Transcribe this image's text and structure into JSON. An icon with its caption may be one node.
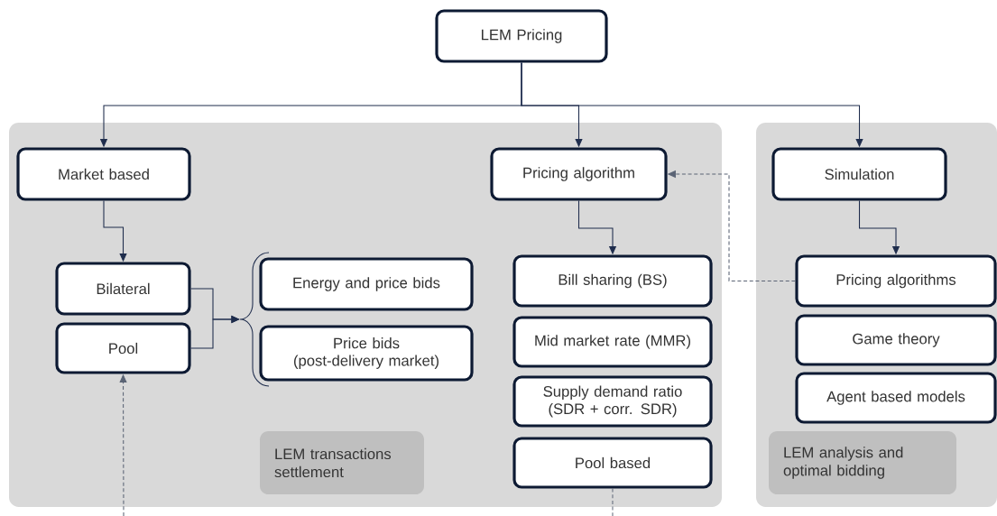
{
  "diagram": {
    "nodes": [
      {
        "text": [
          "LEM Pricing"
        ]
      },
      {
        "text": [],
        "shape": "box"
      },
      {
        "text": [
          "Market based"
        ],
        "in": 1
      },
      {
        "text": [
          "Pricing algorithm"
        ],
        "in": 1
      },
      {
        "text": [
          "Bilateral"
        ],
        "in": 1
      },
      {
        "text": [
          "Pool"
        ],
        "in": 1
      },
      {
        "text": [
          "Energy and price bids"
        ],
        "in": 1
      },
      {
        "text": [
          "Price bids (post-delivery market)"
        ],
        "in": 1
      },
      {
        "text": [
          "Bill sharing (BS)"
        ],
        "in": 1
      },
      {
        "text": [
          "Mid market rate (MMR)"
        ],
        "in": 1
      },
      {
        "text": [
          "Supply demand ratio (SDR + corr. SDR)"
        ],
        "in": 1
      },
      {
        "text": [
          "Pool based"
        ],
        "in": 1
      },
      {
        "text": [
          "LEM transactions settlement"
        ],
        "in": 1
      },
      {
        "text": [],
        "shape": "box"
      },
      {
        "text": [
          "Simulation"
        ],
        "in": 13
      },
      {
        "text": [
          "Pricing algorithms"
        ],
        "in": 13
      },
      {
        "text": [
          "Game theory"
        ],
        "in": 13
      },
      {
        "text": [
          "Agent based models"
        ],
        "in": 13
      },
      {
        "text": [
          "LEM analysis and optimal bidding"
        ],
        "in": 13
      },
      {
        "text": [],
        "shape": "brace",
        "in": 1
      }
    ],
    "edges": [
      {
        "from": 0,
        "to": 2,
        "arrow": "to"
      },
      {
        "from": 0,
        "to": 3,
        "arrow": "to"
      },
      {
        "from": 0,
        "to": 14,
        "arrow": "to"
      },
      {
        "from": 2,
        "to": 4,
        "arrow": "to"
      },
      {
        "from": 3,
        "to": 8,
        "arrow": "to"
      },
      {
        "from": 14,
        "to": 15,
        "arrow": "to"
      },
      {
        "from": 4,
        "to": 19,
        "arrow": "to"
      },
      {
        "from": 5,
        "to": 19,
        "arrow": "to"
      },
      {
        "from": 15,
        "to": 3,
        "arrow": "to",
        "style": "dashed",
        "color": "#5b6475"
      },
      {
        "from": null,
        "to": 5,
        "arrow": "to",
        "style": "dashed",
        "color": "#5b6475"
      },
      {
        "from": 11,
        "to": null,
        "arrow": "none",
        "style": "dashed",
        "color": "#5b6475"
      }
    ]
  }
}
